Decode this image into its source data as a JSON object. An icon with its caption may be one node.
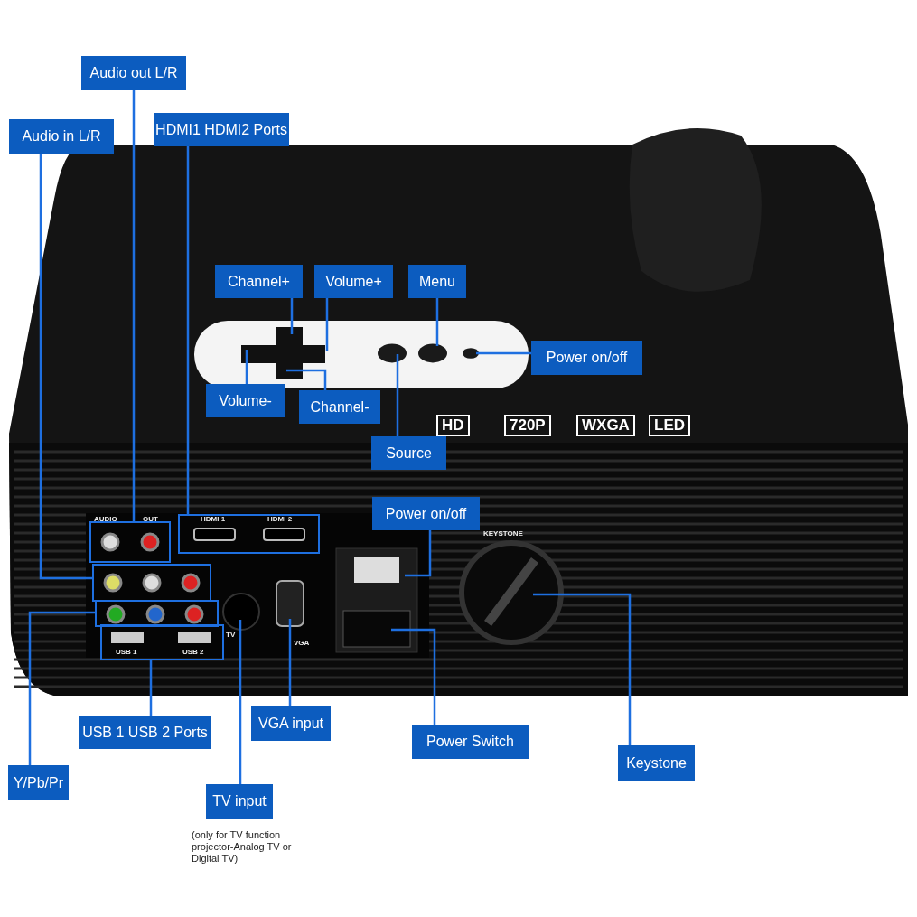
{
  "diagram": {
    "nodes": [
      {
        "text": [
          "Audio out L/R"
        ]
      },
      {
        "text": [
          "Audio in L/R"
        ]
      },
      {
        "text": [
          "HDMI1 HDMI2 Ports"
        ]
      },
      {
        "text": [
          "Channel+"
        ]
      },
      {
        "text": [
          "Volume+"
        ]
      },
      {
        "text": [
          "Menu"
        ]
      },
      {
        "text": [
          "Power on/off"
        ]
      },
      {
        "text": [
          "Volume-"
        ]
      },
      {
        "text": [
          "Channel-"
        ]
      },
      {
        "text": [
          "Source"
        ]
      },
      {
        "text": [
          "Power on/off"
        ]
      },
      {
        "text": [
          "USB 1 USB 2 Ports"
        ]
      },
      {
        "text": [
          "VGA input"
        ]
      },
      {
        "text": [
          "Power Switch"
        ]
      },
      {
        "text": [
          "Keystone"
        ]
      },
      {
        "text": [
          "Y/Pb/Pr"
        ]
      },
      {
        "text": [
          "TV input"
        ],
        "beside": [
          "(only for TV function projector-Analog TV or Digital TV)"
        ]
      }
    ],
    "edges": [
      {
        "from": 0,
        "to": null,
        "arrow": "none"
      },
      {
        "from": 1,
        "to": null,
        "arrow": "none"
      },
      {
        "from": 2,
        "to": null,
        "arrow": "none"
      },
      {
        "from": 3,
        "to": null,
        "arrow": "none"
      },
      {
        "from": 4,
        "to": null,
        "arrow": "none"
      },
      {
        "from": 5,
        "to": null,
        "arrow": "none"
      },
      {
        "from": 6,
        "to": null,
        "arrow": "none"
      },
      {
        "from": 7,
        "to": null,
        "arrow": "none"
      },
      {
        "from": 8,
        "to": null,
        "arrow": "none"
      },
      {
        "from": 9,
        "to": null,
        "arrow": "none"
      },
      {
        "from": 10,
        "to": null,
        "arrow": "none"
      },
      {
        "from": 11,
        "to": null,
        "arrow": "none"
      },
      {
        "from": 12,
        "to": null,
        "arrow": "none"
      },
      {
        "from": 13,
        "to": null,
        "arrow": "none"
      },
      {
        "from": 14,
        "to": null,
        "arrow": "none"
      },
      {
        "from": 15,
        "to": null,
        "arrow": "none"
      },
      {
        "from": 16,
        "to": null,
        "arrow": "none"
      }
    ],
    "labels": [
      "HD",
      "720P",
      "WXGA",
      "LED",
      "AUDIO",
      "OUT",
      "HDMI 1",
      "HDMI 2",
      "KEYSTONE",
      "TV",
      "VGA",
      "USB 1",
      "USB 2"
    ]
  }
}
